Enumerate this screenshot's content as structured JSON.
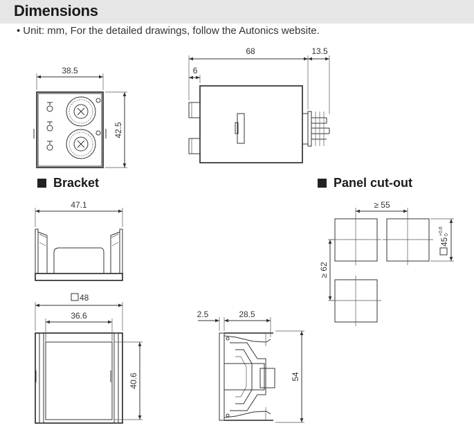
{
  "header": {
    "title": "Dimensions",
    "note_bullet": "•",
    "note": "Unit: mm, For the detailed drawings, follow the Autonics website."
  },
  "sections": {
    "bracket": "Bracket",
    "panel_cutout": "Panel cut-out"
  },
  "dimensions": {
    "front_width": "38.5",
    "front_height": "42.5",
    "side_length": "68",
    "side_pins": "13.5",
    "side_offset": "6",
    "bracket_width": "47.1",
    "square_48": "48",
    "width_36_6": "36.6",
    "height_40_6": "40.6",
    "bracket_side_offset": "2.5",
    "bracket_side_depth": "28.5",
    "bracket_side_height": "54",
    "cutout_spacing": "≥ 55",
    "cutout_vertical_spacing": "≥ 62",
    "cutout_square": "45",
    "cutout_tol_upper": "+0.6",
    "cutout_tol_lower": "0"
  }
}
